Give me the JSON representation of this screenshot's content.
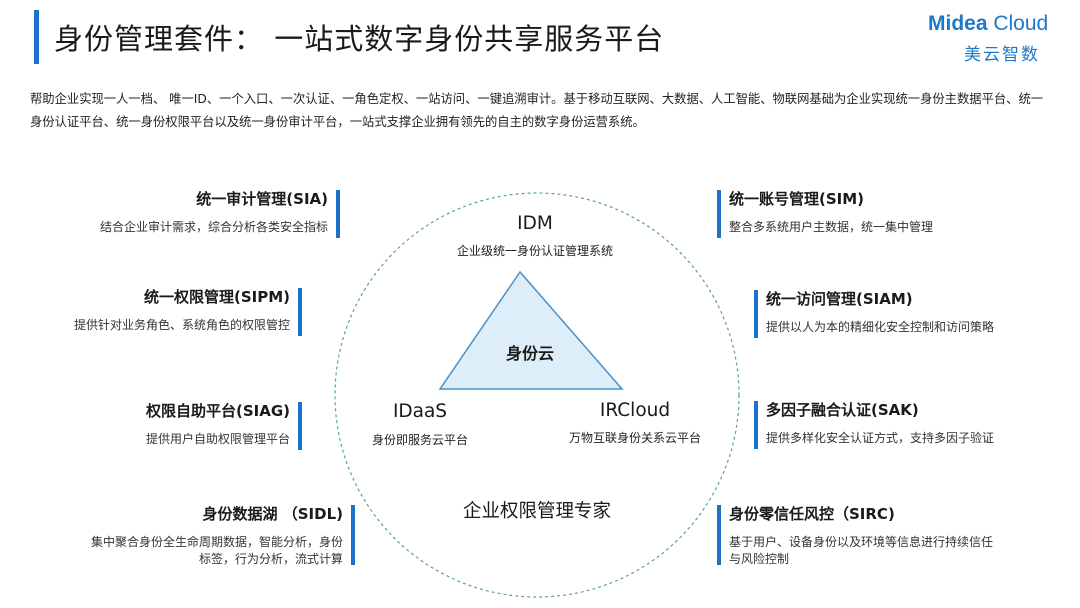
{
  "header": {
    "title": "身份管理套件：  一站式数字身份共享服务平台",
    "logo_en_part1": "Midea",
    "logo_en_part2": " Cloud",
    "logo_cn": "美云智数"
  },
  "intro": {
    "text": "帮助企业实现一人一档、 唯一ID、一个入口、一次认证、一角色定权、一站访问、一键追溯审计。基于移动互联网、大数据、人工智能、物联网基础为企业实现统一身份主数据平台、统一身份认证平台、统一身份权限平台以及统一身份审计平台，一站式支撑企业拥有领先的自主的数字身份运营系统。"
  },
  "center": {
    "core": "身份云",
    "idm_title": "IDM",
    "idm_desc": "企业级统一身份认证管理系统",
    "idaas_title": "IDaaS",
    "idaas_desc": "身份即服务云平台",
    "ircloud_title": "IRCloud",
    "ircloud_desc": "万物互联身份关系云平台",
    "expert": "企业权限管理专家"
  },
  "left_items": [
    {
      "title": "统一审计管理(SIA)",
      "desc": "结合企业审计需求，综合分析各类安全指标"
    },
    {
      "title": "统一权限管理(SIPM)",
      "desc": "提供针对业务角色、系统角色的权限管控"
    },
    {
      "title": "权限自助平台(SIAG)",
      "desc": "提供用户自助权限管理平台"
    },
    {
      "title": "身份数据湖 （SIDL)",
      "desc1": "集中聚合身份全生命周期数据，智能分析，身份",
      "desc2": "标签，行为分析，流式计算"
    }
  ],
  "right_items": [
    {
      "title": "统一账号管理(SIM)",
      "desc": "整合多系统用户主数据，统一集中管理"
    },
    {
      "title": "统一访问管理(SIAM)",
      "desc": "提供以人为本的精细化安全控制和访问策略"
    },
    {
      "title": "多因子融合认证(SAK)",
      "desc": "提供多样化安全认证方式，支持多因子验证"
    },
    {
      "title": "身份零信任风控（SIRC)",
      "desc1": "基于用户、设备身份以及环境等信息进行持续信任",
      "desc2": "与风险控制"
    }
  ],
  "colors": {
    "accent": "#1a73c8",
    "triangle_fill": "#ddeef8",
    "triangle_stroke": "#4a90c8",
    "circle_stroke": "#5aa0a8"
  }
}
